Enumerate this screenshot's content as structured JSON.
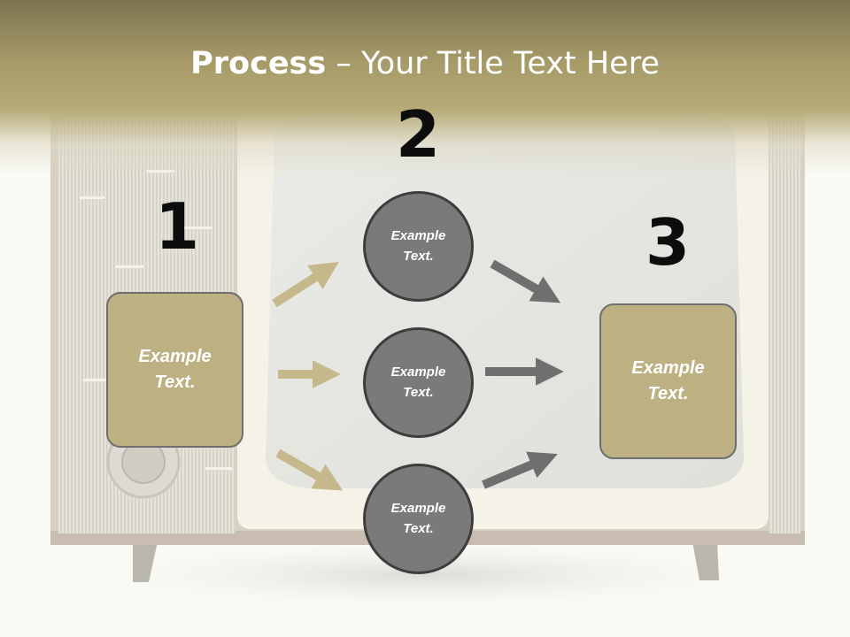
{
  "title": {
    "bold": "Process",
    "rest": " – Your Title Text Here"
  },
  "steps": {
    "one": {
      "number": "1",
      "text": "Example Text."
    },
    "two": {
      "number": "2"
    },
    "three": {
      "number": "3",
      "text": "Example Text."
    }
  },
  "circles": [
    {
      "text": "Example Text."
    },
    {
      "text": "Example Text."
    },
    {
      "text": "Example Text."
    }
  ],
  "colors": {
    "header": "#a69b68",
    "box_fill": "#bdb083",
    "circle_fill": "#7a7a7a",
    "arrow_tan": "#c5b88a",
    "arrow_gray": "#6f6f6f"
  }
}
